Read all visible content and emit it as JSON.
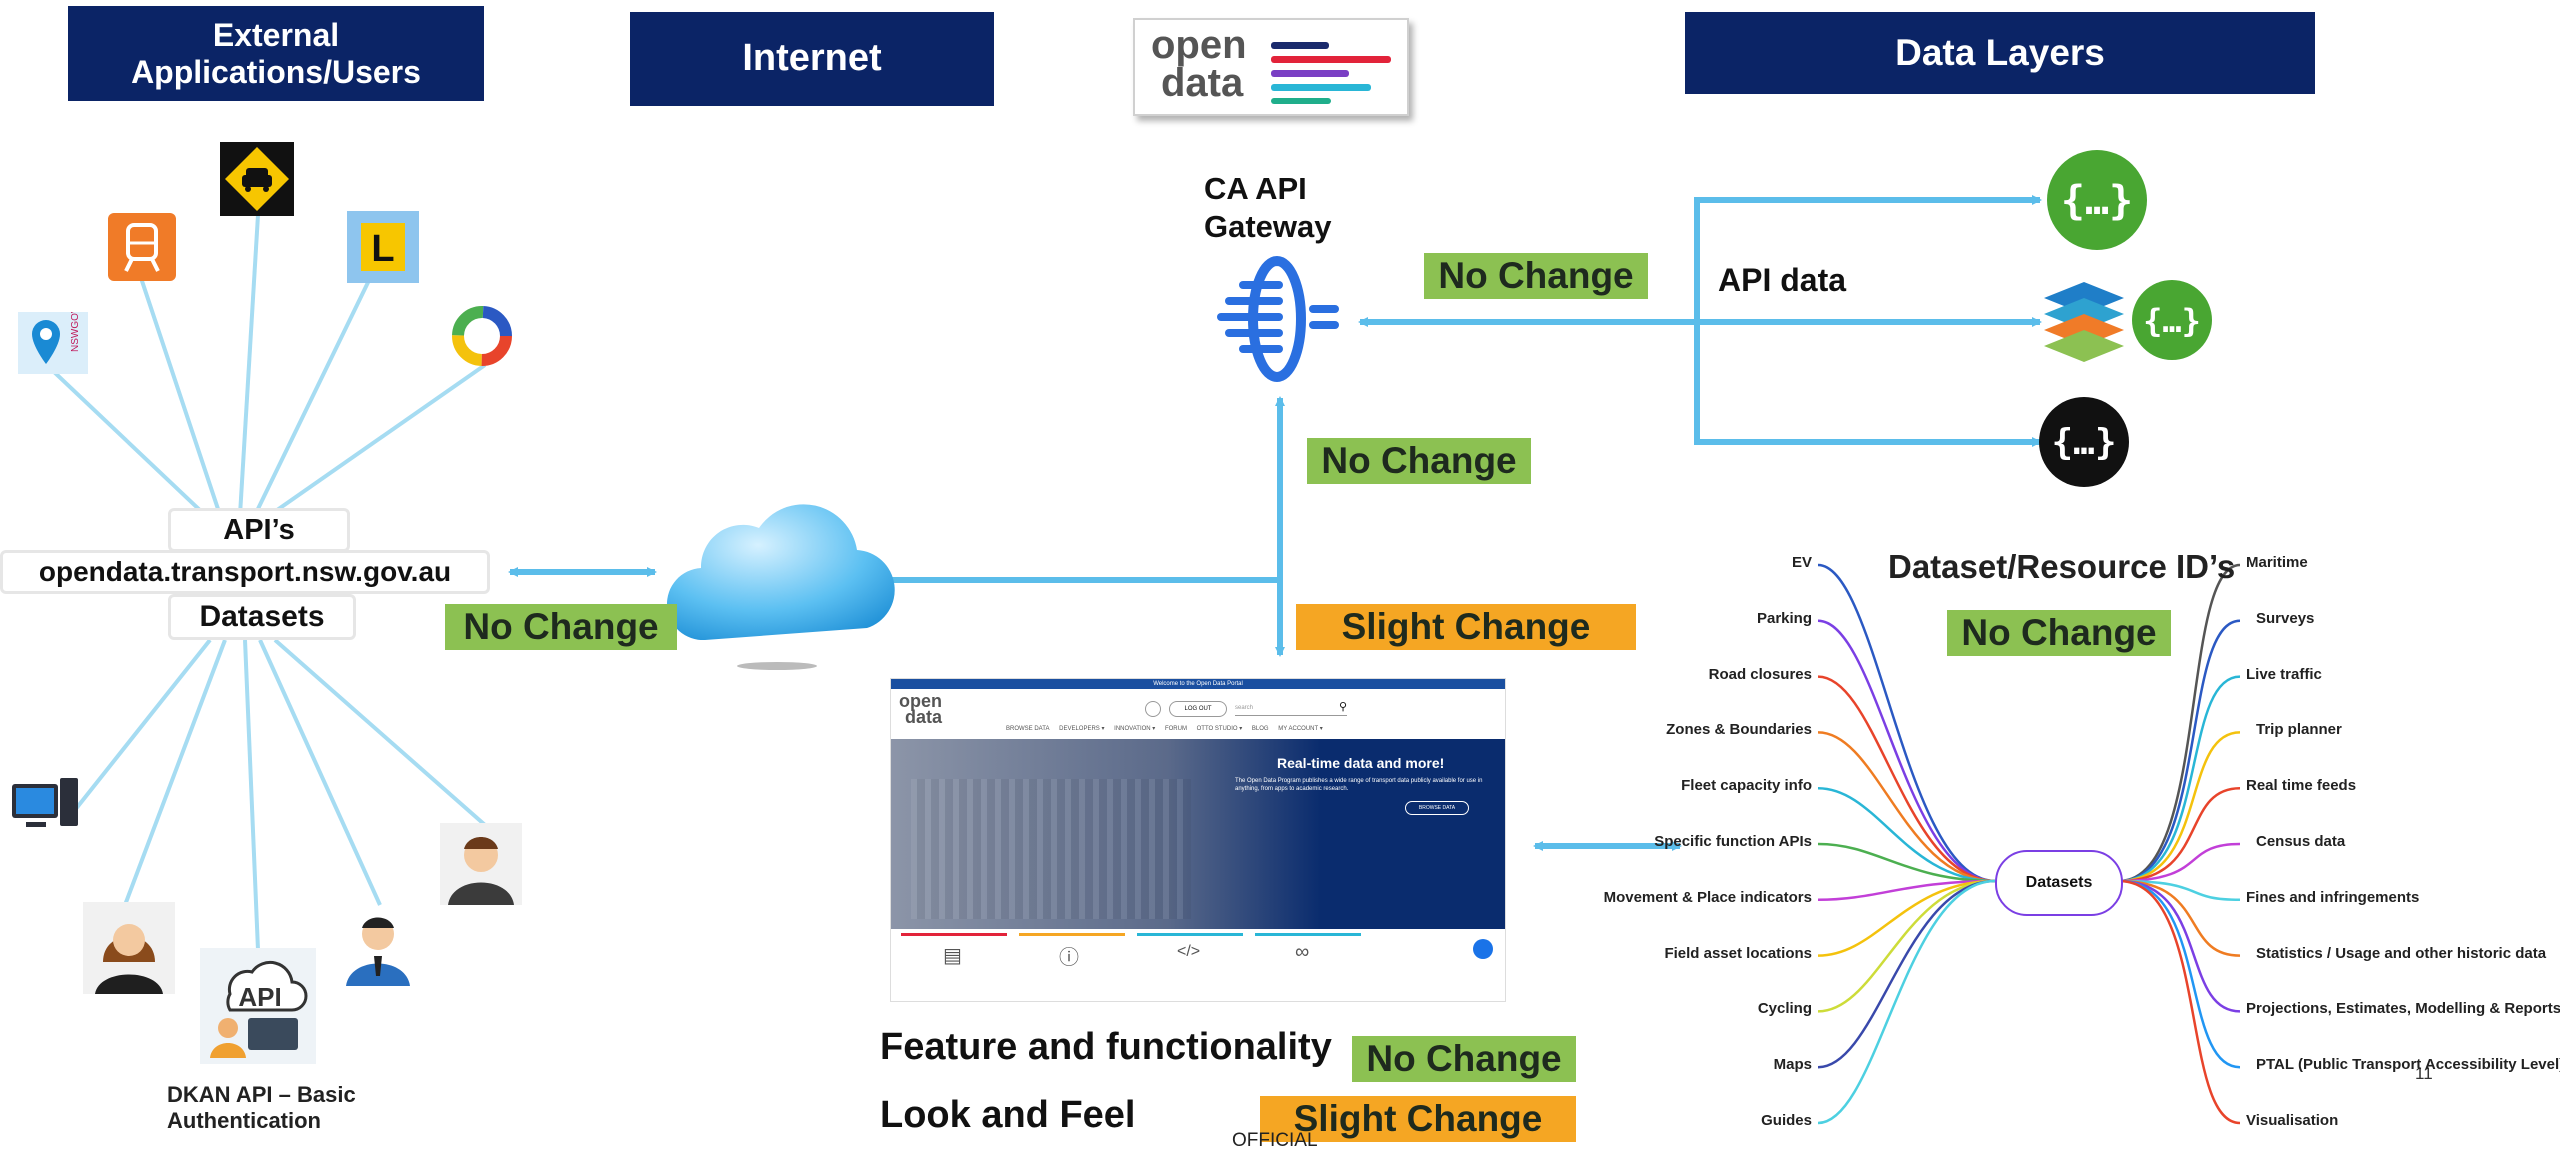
{
  "headers": {
    "external": "External Applications/Users",
    "internet": "Internet",
    "data_layers": "Data Layers"
  },
  "logo": {
    "line1": "open",
    "line2": "data"
  },
  "hub": {
    "apis": "API’s",
    "url": "opendata.transport.nsw.gov.au",
    "datasets": "Datasets"
  },
  "dkan_caption": "DKAN API – Basic Authentication",
  "gateway_label": "CA API Gateway",
  "api_data_label": "API data",
  "dataset_ids_label": "Dataset/Resource ID’s",
  "tags": {
    "gateway_to_layers": "No Change",
    "cloud_to_gateway": "No Change",
    "hub_to_cloud": "No Change",
    "cloud_to_portal": "Slight Change",
    "datasets": "No Change",
    "feature": "No Change",
    "look": "Slight Change"
  },
  "feature_label": "Feature and functionality",
  "look_label": "Look and Feel",
  "footer": {
    "official": "OFFICIAL",
    "page": "11"
  },
  "website": {
    "banner": "Welcome to the Open Data Portal",
    "logout": "LOG OUT",
    "search_placeholder": "search",
    "nav": [
      "BROWSE DATA",
      "DEVELOPERS ▾",
      "INNOVATION ▾",
      "FORUM",
      "OTTO STUDIO ▾",
      "BLOG",
      "MY ACCOUNT ▾"
    ],
    "hero_title": "Real-time data and more!",
    "hero_text": "The Open Data Program publishes a wide range of transport data publicly available for use in anything, from apps to academic research.",
    "hero_button": "BROWSE DATA"
  },
  "mindmap": {
    "center": "Datasets",
    "left": [
      "EV",
      "Parking",
      "Road closures",
      "Zones & Boundaries",
      "Fleet capacity info",
      "Specific function APIs",
      "Movement & Place indicators",
      "Field asset locations",
      "Cycling",
      "Maps",
      "Guides"
    ],
    "right": [
      "Maritime",
      "Surveys",
      "Live traffic",
      "Trip planner",
      "Real time feeds",
      "Census data",
      "Fines and infringements",
      "Statistics / Usage and other historic data",
      "Projections, Estimates, Modelling & Reports",
      "PTAL   (Public Transport Accessibility Level)",
      "Visualisation"
    ],
    "left_colors": [
      "#2b59c3",
      "#7b3fe4",
      "#e8442b",
      "#ef7c22",
      "#29b6d6",
      "#4caf50",
      "#c23fd8",
      "#f4c20d",
      "#cddc39",
      "#3949ab",
      "#4dd0e1"
    ],
    "right_colors": [
      "#555555",
      "#2b59c3",
      "#29b6d6",
      "#f4c20d",
      "#e8442b",
      "#c23fd8",
      "#4dd0e1",
      "#ef7c22",
      "#7b3fe4",
      "#2196f3",
      "#e8442b"
    ]
  },
  "colors": {
    "navy": "#0b2466",
    "connector": "#5bbdea",
    "green_tag": "#8cc152",
    "orange_tag": "#f5a623",
    "swagger_green": "#49a632"
  }
}
